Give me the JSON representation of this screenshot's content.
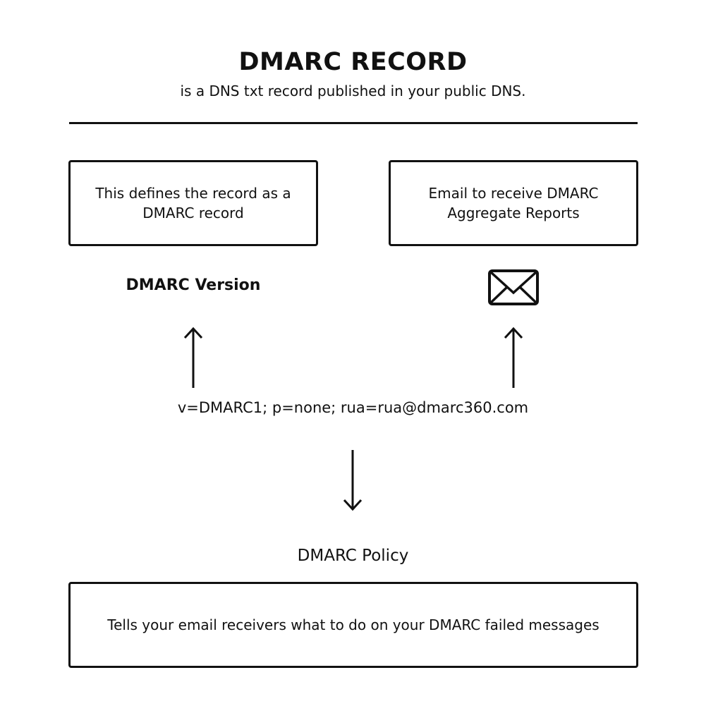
{
  "header": {
    "title": "DMARC RECORD",
    "subtitle": "is a DNS txt record published in your public DNS."
  },
  "left_box": {
    "text": "This defines the record as a DMARC record"
  },
  "right_box": {
    "text": "Email to receive DMARC Aggregate Reports"
  },
  "version_label": "DMARC Version",
  "icons": {
    "envelope": "envelope-icon",
    "arrow_up": "arrow-up-icon",
    "arrow_down": "arrow-down-icon"
  },
  "record": "v=DMARC1; p=none; rua=rua@dmarc360.com",
  "policy": {
    "label": "DMARC Policy",
    "text": "Tells your email receivers what to do on your DMARC failed messages"
  },
  "colors": {
    "stroke": "#111111",
    "background": "#ffffff"
  }
}
